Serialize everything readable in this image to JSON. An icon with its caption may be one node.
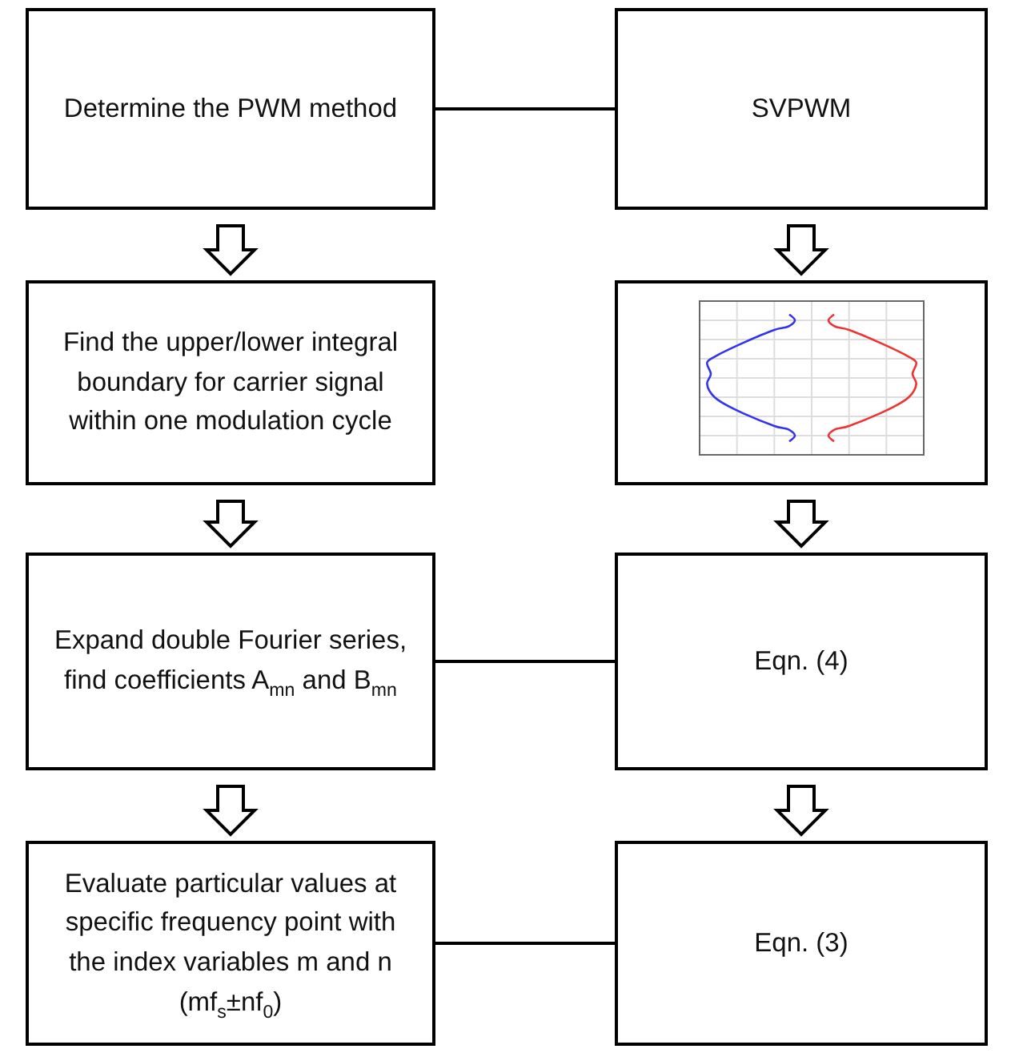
{
  "diagram": {
    "nodes": [
      {
        "text": [
          "Determine the PWM method"
        ]
      },
      {
        "text": [
          "SVPWM"
        ]
      },
      {
        "text": [
          "Find the upper/lower integral boundary for carrier signal within one modulation cycle"
        ]
      },
      {
        "text": [],
        "shape": "picture"
      },
      {
        "text": [
          "Expand double Fourier series, find coefficients A$_{mn}$ and B$_{mn}$"
        ]
      },
      {
        "text": [
          "Eqn. (4)"
        ]
      },
      {
        "text": [
          "Evaluate particular values at specific frequency point with the index variables m and n (mf$_{s}$±nf$_{0}$)"
        ]
      },
      {
        "text": [
          "Eqn. (3)"
        ]
      }
    ],
    "edges": [
      {
        "from": 0,
        "to": 1,
        "arrow": "none"
      },
      {
        "from": 0,
        "to": 2,
        "arrow": "to"
      },
      {
        "from": 1,
        "to": 3,
        "arrow": "to"
      },
      {
        "from": 2,
        "to": 4,
        "arrow": "to"
      },
      {
        "from": 3,
        "to": 5,
        "arrow": "to"
      },
      {
        "from": 4,
        "to": 5,
        "arrow": "none"
      },
      {
        "from": 4,
        "to": 6,
        "arrow": "to"
      },
      {
        "from": 5,
        "to": 7,
        "arrow": "to"
      },
      {
        "from": 6,
        "to": 7,
        "arrow": "none"
      }
    ]
  }
}
